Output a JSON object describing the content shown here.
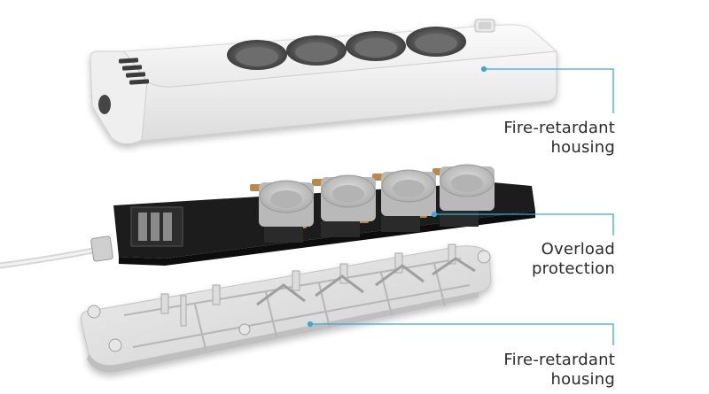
{
  "callouts": [
    {
      "line1": "Fire-retardant",
      "line2": "housing"
    },
    {
      "line1": "Overload",
      "line2": "protection"
    },
    {
      "line1": "Fire-retardant",
      "line2": "housing"
    }
  ],
  "colors": {
    "leader_line": "#3aa9d6",
    "housing_white": "#f4f4f4",
    "pcb_black": "#1c1c1c",
    "socket_grey": "#c9c9c9",
    "contact_brass": "#b88a4a"
  }
}
